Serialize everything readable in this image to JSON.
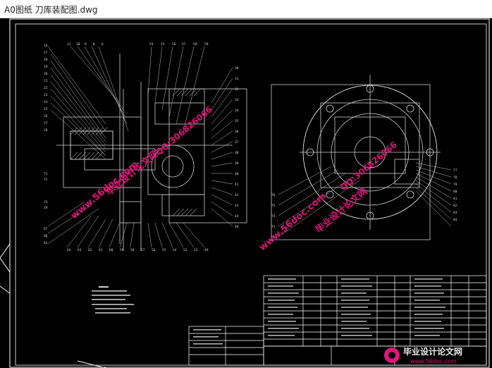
{
  "window": {
    "title": "A0图纸 刀库装配图.dwg"
  },
  "watermarks": {
    "site": "www.56doc.com",
    "qq": "QQ:306826066",
    "brand": "毕业设计论文网"
  },
  "footer_logo": {
    "brand": "毕业设计论文网",
    "url": "www.56doc.com"
  },
  "colors": {
    "background": "#000000",
    "lines": "#ffffff",
    "watermark": "#e0157a"
  }
}
